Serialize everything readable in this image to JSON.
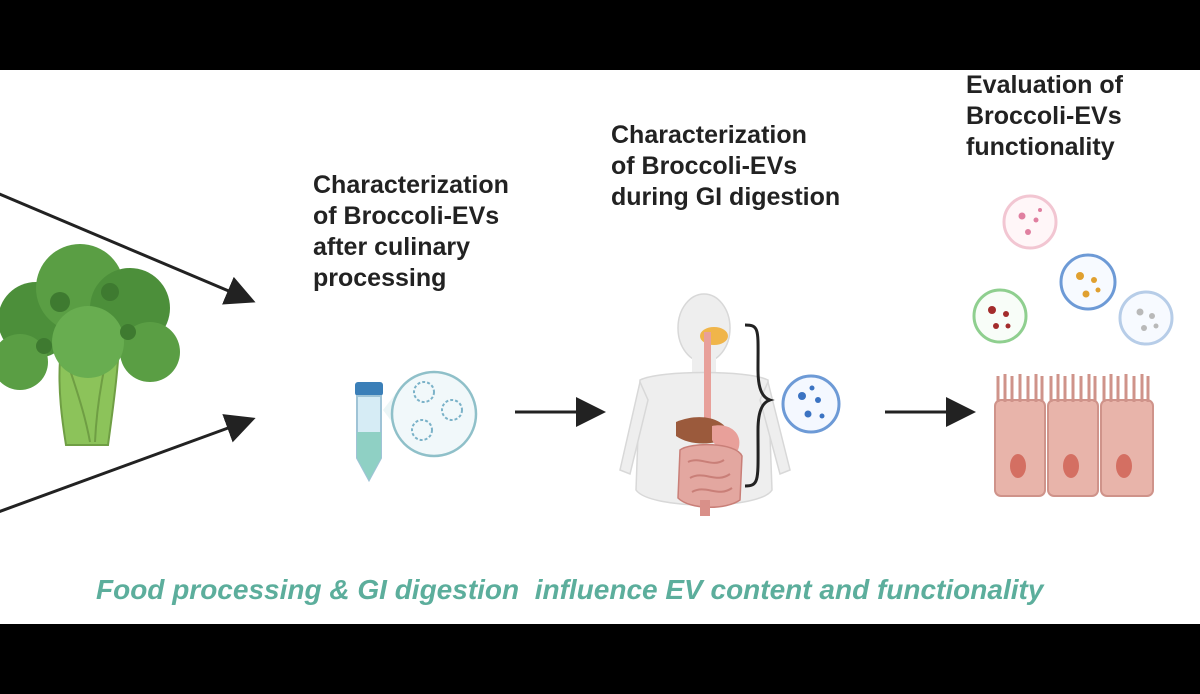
{
  "steps": [
    {
      "text": "Characterization\nof Broccoli-EVs\nafter culinary\nprocessing"
    },
    {
      "text": "Characterization\nof Broccoli-EVs\nduring GI digestion"
    },
    {
      "text": "Evaluation of\nBroccoli-EVs\nfunctionality"
    }
  ],
  "caption": "Food processing & GI digestion  influence EV content and functionality",
  "colors": {
    "caption": "#5cae9c",
    "broccoli_dark": "#4c8f3a",
    "broccoli_light": "#8cc35a",
    "tissue": "#e8b4aa",
    "ev_blue": "#6d9ad6",
    "ev_green": "#8fcf8f",
    "ev_pink": "#e9a8b8",
    "arrow": "#222222"
  },
  "icons": [
    "broccoli-icon",
    "test-tube-icon",
    "ev-magnifier-icon",
    "human-body-icon",
    "digestive-system-icon",
    "ev-vesicle-icon",
    "epithelial-cells-icon"
  ]
}
